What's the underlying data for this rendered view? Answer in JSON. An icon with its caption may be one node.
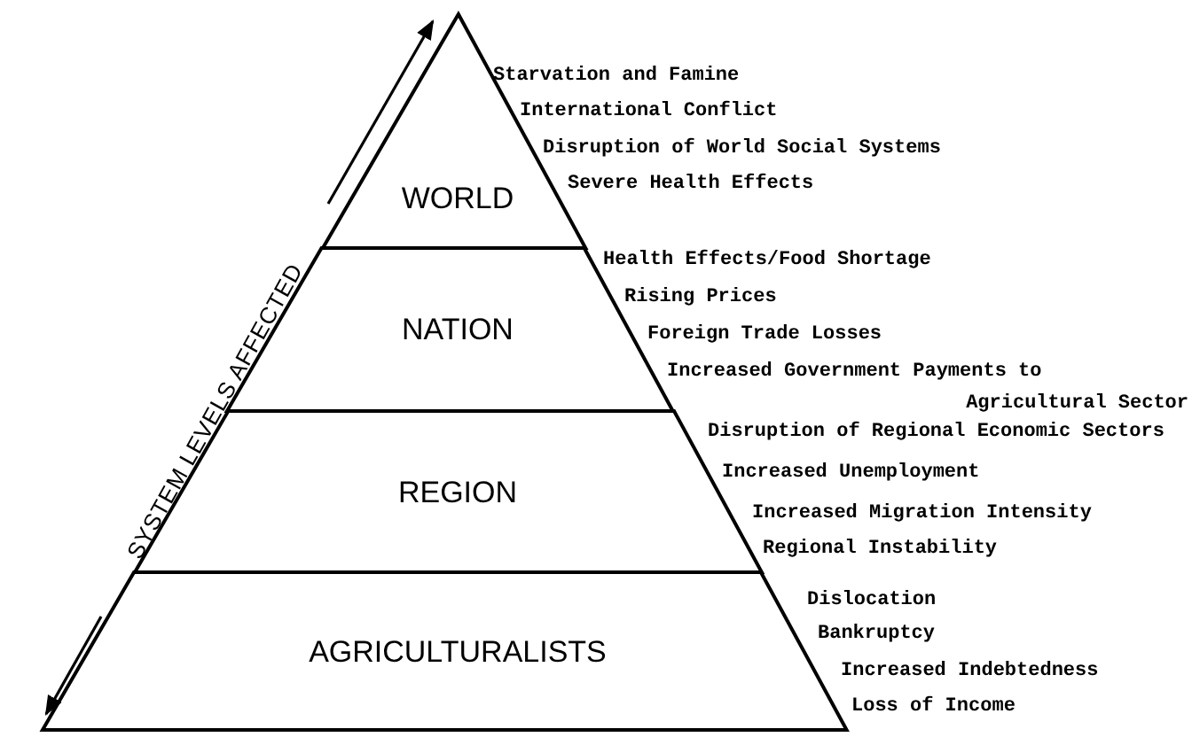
{
  "diagram": {
    "nodes": [
      {
        "text": [
          "WORLD"
        ],
        "beside": [
          "Starvation and Famine",
          "International Conflict",
          "Disruption of World Social Systems",
          "Severe Health Effects"
        ]
      },
      {
        "text": [
          "NATION"
        ],
        "beside": [
          "Health Effects/Food Shortage",
          "Rising Prices",
          "Foreign Trade Losses",
          "Increased Government Payments to Agricultural Sector"
        ]
      },
      {
        "text": [
          "REGION"
        ],
        "beside": [
          "Disruption of Regional Economic Sectors",
          "Increased Unemployment",
          "Increased Migration Intensity",
          "Regional Instability"
        ]
      },
      {
        "text": [
          "AGRICULTURALISTS"
        ],
        "beside": [
          "Dislocation",
          "Bankruptcy",
          "Increased Indebtedness",
          "Loss of Income"
        ]
      }
    ],
    "labels": [
      "SYSTEM LEVELS AFFECTED"
    ]
  }
}
